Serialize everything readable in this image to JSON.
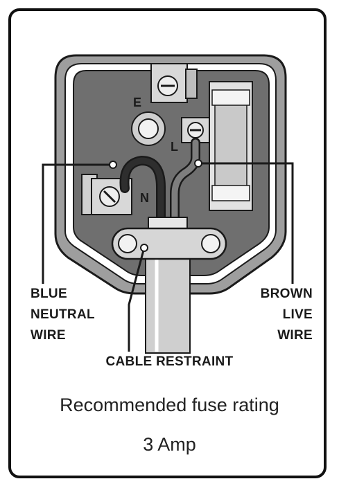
{
  "labels": {
    "terminal_e": "E",
    "terminal_l": "L",
    "terminal_n": "N",
    "blue_neutral": [
      "BLUE",
      "NEUTRAL",
      "WIRE"
    ],
    "brown_live": [
      "BROWN",
      "LIVE",
      "WIRE"
    ],
    "cable_restraint": "CABLE RESTRAINT"
  },
  "caption": {
    "line1": "Recommended fuse rating",
    "line2": "3 Amp"
  }
}
